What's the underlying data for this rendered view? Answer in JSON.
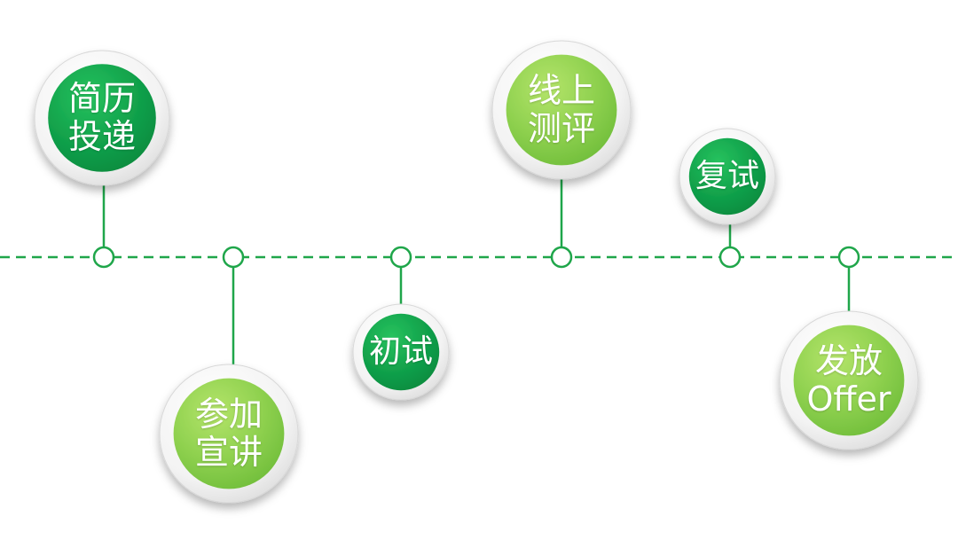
{
  "timeline": {
    "line_color": "#1fa64a",
    "dark_green": "#0f9a48",
    "light_green": "#8fd14f"
  },
  "steps": [
    {
      "id": "resume-submission",
      "lines": [
        "简历",
        "投递"
      ],
      "tone": "dark"
    },
    {
      "id": "campus-talk",
      "lines": [
        "参加",
        "宣讲"
      ],
      "tone": "light"
    },
    {
      "id": "first-interview",
      "lines": [
        "初试"
      ],
      "tone": "dark"
    },
    {
      "id": "online-assessment",
      "lines": [
        "线上",
        "测评"
      ],
      "tone": "light"
    },
    {
      "id": "second-interview",
      "lines": [
        "复试"
      ],
      "tone": "dark"
    },
    {
      "id": "offer-issued",
      "lines": [
        "发放",
        "Offer"
      ],
      "tone": "light"
    }
  ]
}
